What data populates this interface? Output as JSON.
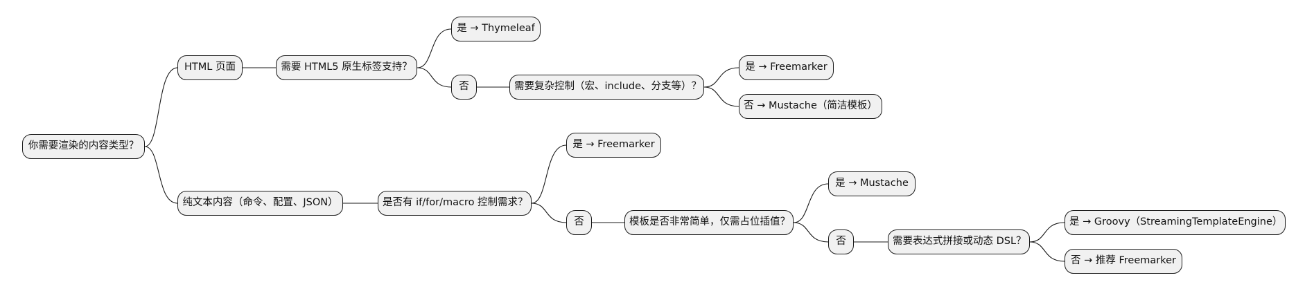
{
  "diagram": {
    "colors": {
      "node_fill": "#f1f1f1",
      "node_border": "#1a1a1a",
      "edge": "#1a1a1a",
      "background": "#ffffff"
    },
    "root": "你需要渲染的内容类型？",
    "html_page": "HTML 页面",
    "html5_q": "需要 HTML5 原生标签支持？",
    "yes_thymeleaf": "是 → Thymeleaf",
    "no_1": "否",
    "complex_q": "需要复杂控制（宏、include、分支等）？",
    "yes_freemarker_1": "是 → Freemarker",
    "no_mustache": "否 → Mustache（简洁模板）",
    "plain_text": "纯文本内容（命令、配置、JSON）",
    "control_q": "是否有 if/for/macro 控制需求？",
    "yes_freemarker_2": "是 → Freemarker",
    "no_2": "否",
    "simple_q": "模板是否非常简单，仅需占位插值？",
    "yes_mustache": "是 → Mustache",
    "no_3": "否",
    "dsl_q": "需要表达式拼接或动态 DSL？",
    "yes_groovy": "是 → Groovy（StreamingTemplateEngine）",
    "no_freemarker": "否 → 推荐 Freemarker"
  }
}
